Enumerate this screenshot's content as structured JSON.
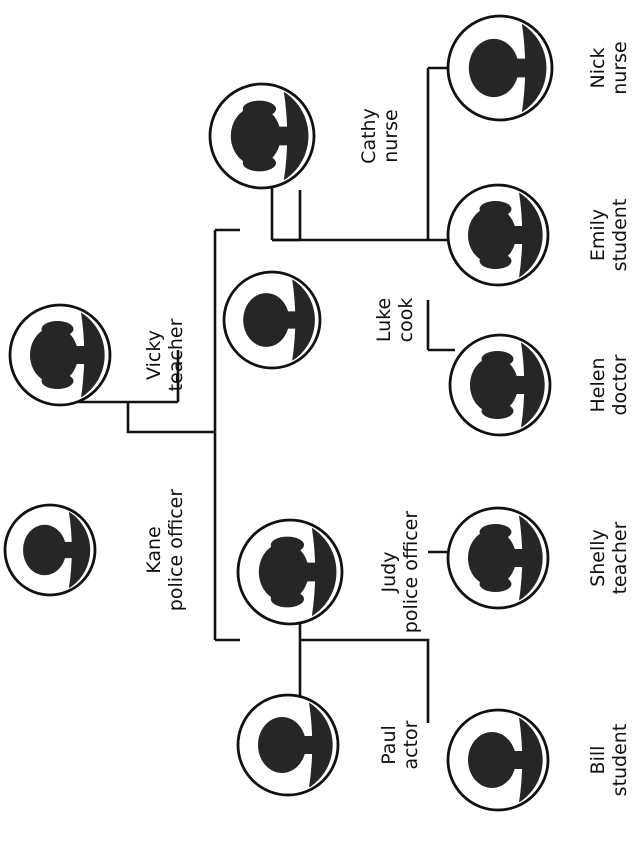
{
  "people": [
    {
      "id": "kane",
      "name": "Kane",
      "role": "police officer",
      "icon": "silhouette-man-icon"
    },
    {
      "id": "vicky",
      "name": "Vicky",
      "role": "teacher",
      "icon": "silhouette-woman-icon"
    },
    {
      "id": "judy",
      "name": "Judy",
      "role": "police officer",
      "icon": "silhouette-woman-icon"
    },
    {
      "id": "luke",
      "name": "Luke",
      "role": "cook",
      "icon": "silhouette-man-icon"
    },
    {
      "id": "cathy",
      "name": "Cathy",
      "role": "nurse",
      "icon": "silhouette-woman-icon"
    },
    {
      "id": "paul",
      "name": "Paul",
      "role": "actor",
      "icon": "silhouette-man-icon"
    },
    {
      "id": "bill",
      "name": "Bill",
      "role": "student",
      "icon": "silhouette-boy-icon"
    },
    {
      "id": "shelly",
      "name": "Shelly",
      "role": "teacher",
      "icon": "silhouette-girl-icon"
    },
    {
      "id": "helen",
      "name": "Helen",
      "role": "doctor",
      "icon": "silhouette-girl-icon"
    },
    {
      "id": "emily",
      "name": "Emily",
      "role": "student",
      "icon": "silhouette-girl-icon"
    },
    {
      "id": "nick",
      "name": "Nick",
      "role": "nurse",
      "icon": "silhouette-boy-icon"
    }
  ],
  "colors": {
    "line": "#111111",
    "silhouette": "#262626",
    "ring_fill": "#ffffff"
  }
}
